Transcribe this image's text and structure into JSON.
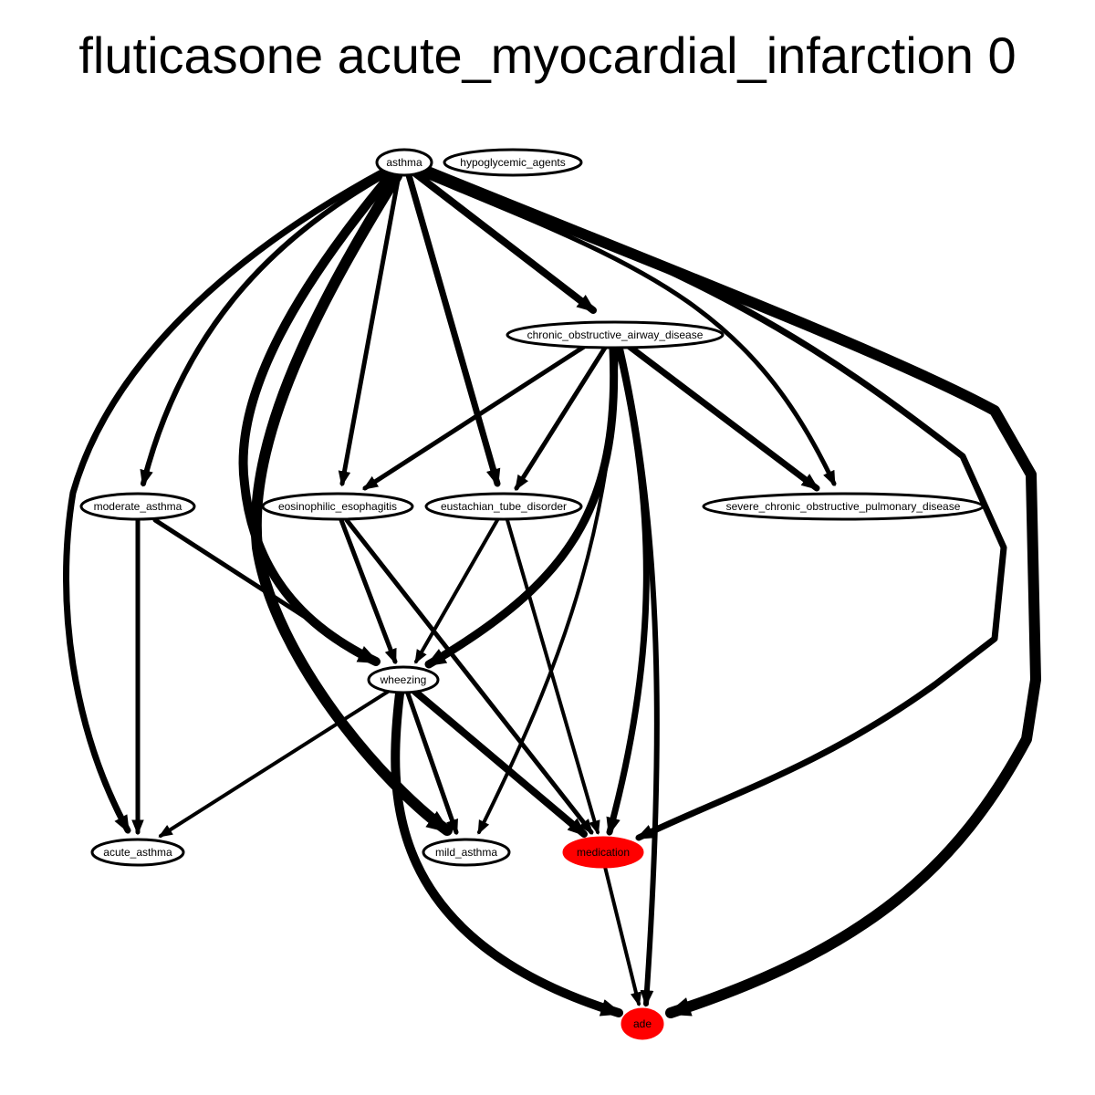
{
  "title": "fluticasone acute_myocardial_infarction 0",
  "colors": {
    "highlight": "#ff0000",
    "default_fill": "#ffffff",
    "stroke": "#000000"
  },
  "nodes": [
    {
      "id": "asthma",
      "label": "asthma",
      "highlight": false
    },
    {
      "id": "hypoglycemic_agents",
      "label": "hypoglycemic_agents",
      "highlight": false
    },
    {
      "id": "chronic_obstructive_airway_disease",
      "label": "chronic_obstructive_airway_disease",
      "highlight": false
    },
    {
      "id": "moderate_asthma",
      "label": "moderate_asthma",
      "highlight": false
    },
    {
      "id": "eosinophilic_esophagitis",
      "label": "eosinophilic_esophagitis",
      "highlight": false
    },
    {
      "id": "eustachian_tube_disorder",
      "label": "eustachian_tube_disorder",
      "highlight": false
    },
    {
      "id": "severe_chronic_obstructive_pulmonary_disease",
      "label": "severe_chronic_obstructive_pulmonary_disease",
      "highlight": false
    },
    {
      "id": "wheezing",
      "label": "wheezing",
      "highlight": false
    },
    {
      "id": "acute_asthma",
      "label": "acute_asthma",
      "highlight": false
    },
    {
      "id": "mild_asthma",
      "label": "mild_asthma",
      "highlight": false
    },
    {
      "id": "medication",
      "label": "medication",
      "highlight": true
    },
    {
      "id": "ade",
      "label": "ade",
      "highlight": true
    }
  ],
  "edges": [
    {
      "from": "asthma",
      "to": "chronic_obstructive_airway_disease",
      "weight": 8
    },
    {
      "from": "asthma",
      "to": "moderate_asthma",
      "weight": 6
    },
    {
      "from": "asthma",
      "to": "eosinophilic_esophagitis",
      "weight": 5
    },
    {
      "from": "asthma",
      "to": "eustachian_tube_disorder",
      "weight": 7
    },
    {
      "from": "asthma",
      "to": "severe_chronic_obstructive_pulmonary_disease",
      "weight": 5
    },
    {
      "from": "asthma",
      "to": "wheezing",
      "weight": 10
    },
    {
      "from": "asthma",
      "to": "acute_asthma",
      "weight": 7
    },
    {
      "from": "asthma",
      "to": "mild_asthma",
      "weight": 12
    },
    {
      "from": "asthma",
      "to": "medication",
      "weight": 7
    },
    {
      "from": "asthma",
      "to": "ade",
      "weight": 12
    },
    {
      "from": "chronic_obstructive_airway_disease",
      "to": "eosinophilic_esophagitis",
      "weight": 5
    },
    {
      "from": "chronic_obstructive_airway_disease",
      "to": "eustachian_tube_disorder",
      "weight": 5
    },
    {
      "from": "chronic_obstructive_airway_disease",
      "to": "severe_chronic_obstructive_pulmonary_disease",
      "weight": 7
    },
    {
      "from": "chronic_obstructive_airway_disease",
      "to": "wheezing",
      "weight": 9
    },
    {
      "from": "chronic_obstructive_airway_disease",
      "to": "mild_asthma",
      "weight": 4
    },
    {
      "from": "chronic_obstructive_airway_disease",
      "to": "medication",
      "weight": 7
    },
    {
      "from": "chronic_obstructive_airway_disease",
      "to": "ade",
      "weight": 6
    },
    {
      "from": "moderate_asthma",
      "to": "acute_asthma",
      "weight": 5
    },
    {
      "from": "moderate_asthma",
      "to": "wheezing",
      "weight": 5
    },
    {
      "from": "eosinophilic_esophagitis",
      "to": "wheezing",
      "weight": 5
    },
    {
      "from": "eosinophilic_esophagitis",
      "to": "medication",
      "weight": 5
    },
    {
      "from": "eustachian_tube_disorder",
      "to": "wheezing",
      "weight": 4
    },
    {
      "from": "eustachian_tube_disorder",
      "to": "medication",
      "weight": 4
    },
    {
      "from": "wheezing",
      "to": "acute_asthma",
      "weight": 4
    },
    {
      "from": "wheezing",
      "to": "mild_asthma",
      "weight": 5
    },
    {
      "from": "wheezing",
      "to": "medication",
      "weight": 8
    },
    {
      "from": "wheezing",
      "to": "ade",
      "weight": 10
    },
    {
      "from": "medication",
      "to": "ade",
      "weight": 4
    }
  ]
}
